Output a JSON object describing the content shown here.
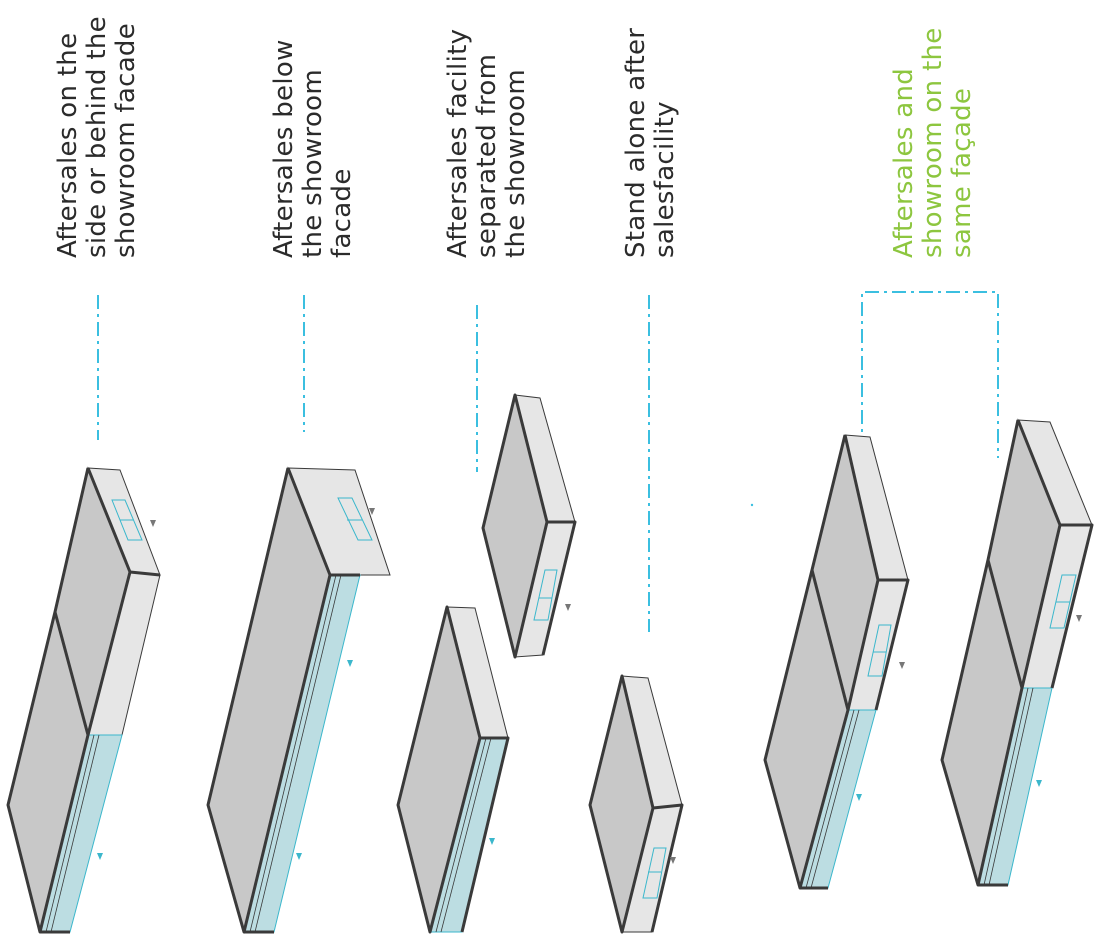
{
  "colors": {
    "label": "#2b2b2b",
    "highlight_label": "#8dc63f",
    "guide_line": "#3bbfe0",
    "roof": "#c8c8c8",
    "facade": "#e6e6e6",
    "glass": "#bcdde2",
    "outline": "#3a3a3a",
    "marker_gray": "#777777",
    "marker_cyan": "#3bb7cc"
  },
  "options": [
    {
      "id": "side-or-behind",
      "label_lines": [
        "Aftersales on the",
        "side or behind the",
        "showroom facade"
      ],
      "highlighted": false
    },
    {
      "id": "below-facade",
      "label_lines": [
        "Aftersales below",
        "the showroom",
        "facade"
      ],
      "highlighted": false
    },
    {
      "id": "separated",
      "label_lines": [
        "Aftersales facility",
        "separated from",
        "the showroom"
      ],
      "highlighted": false
    },
    {
      "id": "stand-alone",
      "label_lines": [
        "Stand alone after",
        "salesfacility"
      ],
      "highlighted": false
    },
    {
      "id": "same-facade",
      "label_lines": [
        "Aftersales and",
        "showroom on the",
        "same façade"
      ],
      "highlighted": true
    }
  ]
}
